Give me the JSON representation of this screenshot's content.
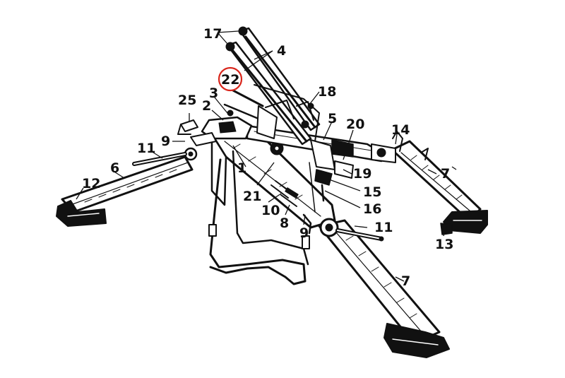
{
  "figure": {
    "colors": {
      "ink": "#111111",
      "highlight": "#d9261c",
      "paper": "#ffffff"
    },
    "highlighted_part": "22",
    "labels": {
      "l1": "1",
      "l2": "2",
      "l3": "3",
      "l4": "4",
      "l5": "5",
      "l6": "6",
      "l7a": "7",
      "l7b": "7",
      "l8": "8",
      "l9a": "9",
      "l9b": "9",
      "l10": "10",
      "l11a": "11",
      "l11b": "11",
      "l12": "12",
      "l13": "13",
      "l14": "14",
      "l15": "15",
      "l16": "16",
      "l17": "17",
      "l18": "18",
      "l19": "19",
      "l20": "20",
      "l21": "21",
      "l22": "22",
      "l25": "25"
    }
  }
}
